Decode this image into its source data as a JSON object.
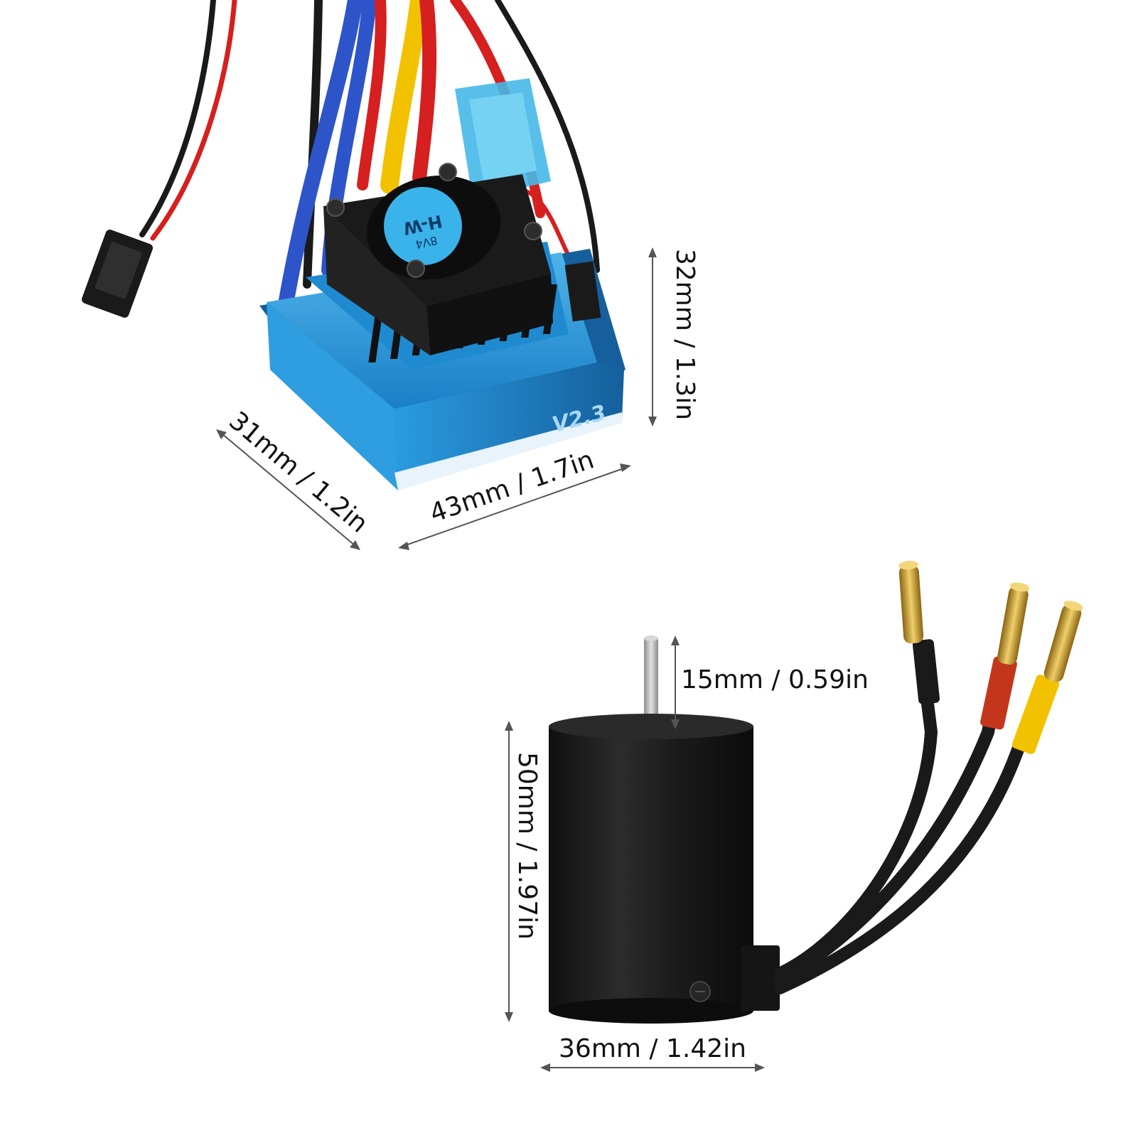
{
  "esc": {
    "label_version": "V2.3",
    "label_fan": "H-W",
    "label_fan_sub": "8V4",
    "colors": {
      "housing": "#1e8fd6",
      "housing_light": "#56bff0",
      "fan": "#1a1a1a",
      "fan_sticker": "#3ab3ea",
      "wire_blue": "#2d55c9",
      "wire_red": "#d61f1f",
      "wire_yellow": "#f2c200",
      "wire_black": "#1a1a1a"
    }
  },
  "motor": {
    "colors": {
      "body": "#1b1b1b",
      "shaft": "#b9b9b9",
      "connector_gold": "#c9a227",
      "sleeve_red": "#c3361c",
      "sleeve_yellow": "#f2c200",
      "sleeve_black": "#1a1a1a"
    }
  },
  "dimensions": {
    "esc_height": "32mm / 1.3in",
    "esc_depth": "31mm / 1.2in",
    "esc_width": "43mm / 1.7in",
    "motor_shaft": "15mm / 0.59in",
    "motor_length": "50mm / 1.97in",
    "motor_diameter": "36mm / 1.42in"
  }
}
